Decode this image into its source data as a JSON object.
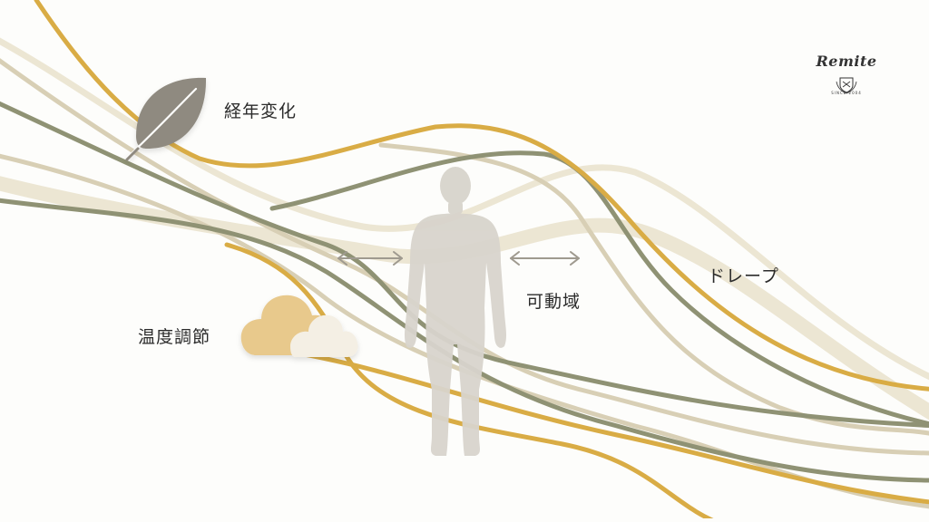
{
  "labels": {
    "aging": "経年変化",
    "temperature": "温度調節",
    "mobility": "可動域",
    "drape": "ドレープ"
  },
  "logo": {
    "wordmark": "Remite",
    "since": "SINCE 2004"
  },
  "colors": {
    "gold": "#d9ac45",
    "olive": "#8f9274",
    "beige": "#d8cfb5",
    "cream": "#ece6d3",
    "silhouette": "#d8d4cc",
    "arrow": "#9f9a8f",
    "leaf": "#8f8a80",
    "cloud_gold": "#e8c98c",
    "cloud_cream": "#f4efe4",
    "background": "#fdfdfb"
  },
  "icons": [
    "leaf-icon",
    "cloud-icon",
    "human-silhouette-icon",
    "double-arrow-icon"
  ]
}
